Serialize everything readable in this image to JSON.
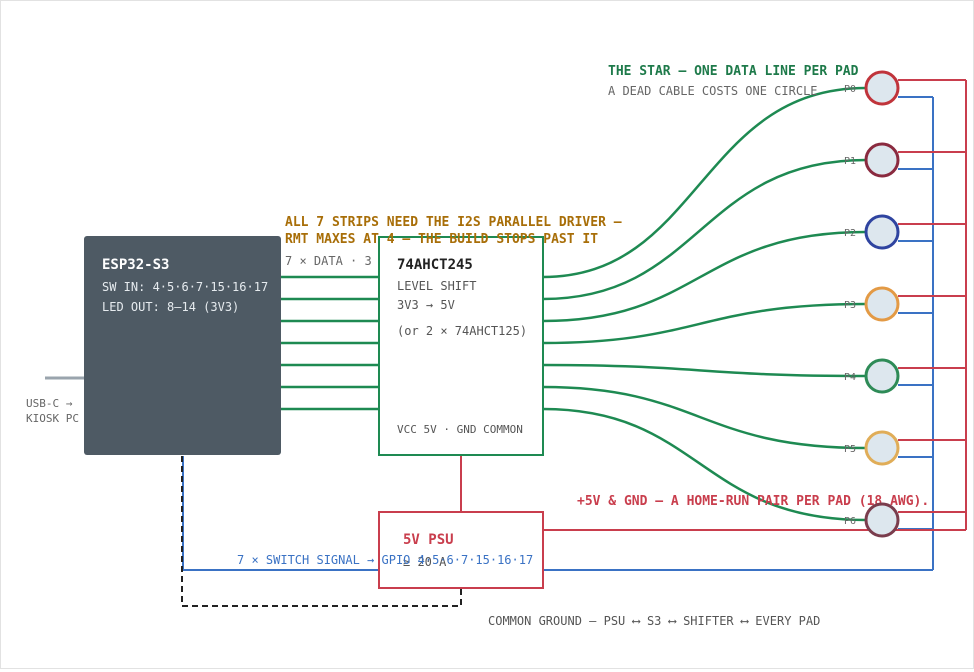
{
  "mcu": {
    "title": "ESP32-S3",
    "sw_in": "SW IN: 4·5·6·7·15·16·17",
    "led_out": "LED OUT: 8–14 (3V3)"
  },
  "usb": {
    "line1": "USB-C →",
    "line2": "KIOSK PC"
  },
  "shifter": {
    "title": "74AHCT245",
    "line1": "LEVEL SHIFT",
    "line2": "3V3 → 5V",
    "alt": "(or 2 × 74AHCT125)",
    "footer": "VCC 5V · GND COMMON"
  },
  "data_note": {
    "line1": "ALL 7 STRIPS NEED THE I2S PARALLEL DRIVER —",
    "line2": "RMT MAXES AT 4 — THE BUILD STOPS PAST IT",
    "line3": "7 × DATA · 3"
  },
  "star_note": {
    "title": "THE STAR — ONE DATA LINE PER PAD",
    "subtitle": "A DEAD CABLE COSTS ONE CIRCLE"
  },
  "power_note": "+5V & GND — A HOME-RUN PAIR PER PAD (18 AWG).",
  "psu": {
    "title": "5V PSU",
    "rating": "≥ 20 A"
  },
  "switch_note": "7 × SWITCH SIGNAL → GPIO 4·5·6·7·15·16·17",
  "ground_note": "COMMON GROUND — PSU ⟷ S3 ⟷ SHIFTER ⟷ EVERY PAD",
  "pads": [
    {
      "label": "P0",
      "ring": "#c0343b"
    },
    {
      "label": "P1",
      "ring": "#8a2a3f"
    },
    {
      "label": "P2",
      "ring": "#2f44a0"
    },
    {
      "label": "P3",
      "ring": "#e39a45"
    },
    {
      "label": "P4",
      "ring": "#2e8b57"
    },
    {
      "label": "P5",
      "ring": "#e0ad58"
    },
    {
      "label": "P6",
      "ring": "#7a3d4d"
    }
  ],
  "colors": {
    "data": "#1e8a52",
    "power": "#c93e4d",
    "signal": "#3a72c4",
    "note_orange": "#a86e08",
    "note_green": "#1e7a4a",
    "mcu_fill": "#4e5a64",
    "pad_fill": "#dde7ee"
  }
}
